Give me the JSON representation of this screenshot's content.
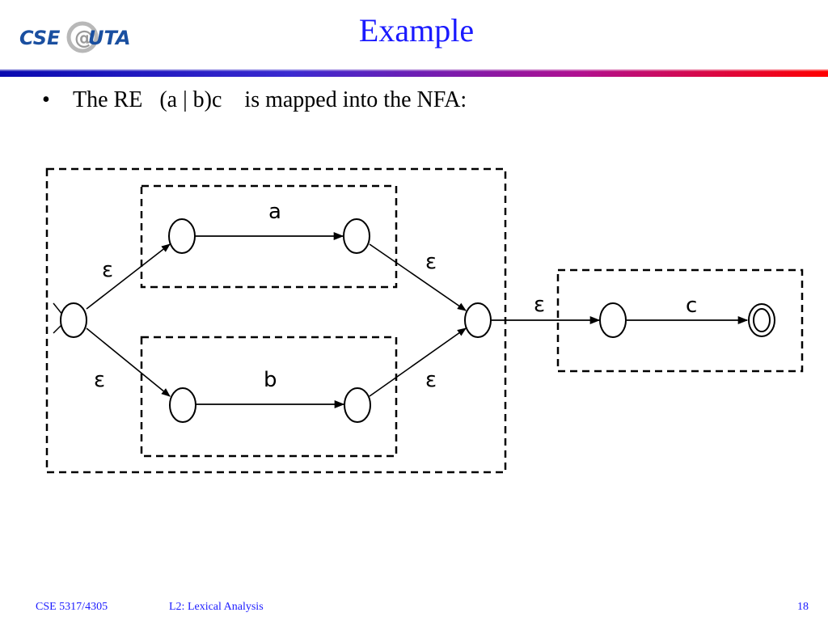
{
  "slide": {
    "title": "Example",
    "logo": {
      "left_text": "CSE",
      "mark": "@",
      "right_text": "UTA"
    },
    "bullet": {
      "prefix": "The RE",
      "regex": "(a | b)c",
      "suffix": "is mapped into the NFA:"
    }
  },
  "diagram": {
    "label_a": "a",
    "label_b": "b",
    "label_c": "c",
    "epsilon": "ε"
  },
  "footer": {
    "course": "CSE 5317/4305",
    "lecture": "L2: Lexical Analysis",
    "page": "18"
  },
  "colors": {
    "title": "#1a1aff",
    "footer": "#1a1aff",
    "logo_blue": "#1a4fa0",
    "rule_start": "#1010c0",
    "rule_end": "#ff0000"
  }
}
